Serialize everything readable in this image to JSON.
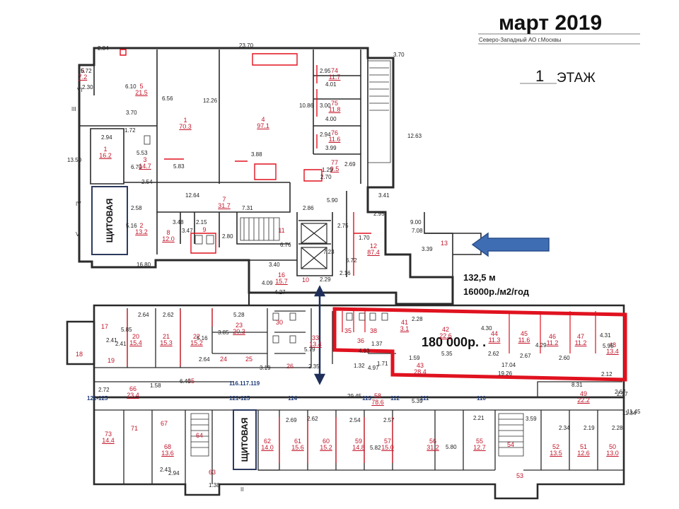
{
  "header": {
    "date": "март 2019",
    "floor_number": "1",
    "floor_word": "ЭТАЖ",
    "stamp_text": "Северо-Западный АО г.Москвы"
  },
  "offer": {
    "area": "132,5 м",
    "rate": "16000р./м2/год",
    "price": "180 000р. ."
  },
  "panels": {
    "top": "ЩИТОВАЯ",
    "bottom": "ЩИТОВАЯ"
  },
  "colors": {
    "highlight": "#e0121f",
    "arrow": "#3f6db4",
    "wall": "#2a2a2a",
    "room_text": "#c2162a"
  },
  "rooms": [
    {
      "n": "6",
      "a": "7.2"
    },
    {
      "n": "5",
      "a": "21.5"
    },
    {
      "n": "1",
      "a": "70.3"
    },
    {
      "n": "4",
      "a": "97.1"
    },
    {
      "n": "74",
      "a": "11.7"
    },
    {
      "n": "75",
      "a": "11.8"
    },
    {
      "n": "76",
      "a": "11.6"
    },
    {
      "n": "77",
      "a": "9.5"
    },
    {
      "n": "1",
      "a": "16.2"
    },
    {
      "n": "3",
      "a": "14.7"
    },
    {
      "n": "7",
      "a": "31.7"
    },
    {
      "n": "2",
      "a": "13.2"
    },
    {
      "n": "8",
      "a": "12.0"
    },
    {
      "n": "9",
      "a": ""
    },
    {
      "n": "11",
      "a": ""
    },
    {
      "n": "12",
      "a": "87.4"
    },
    {
      "n": "13",
      "a": ""
    },
    {
      "n": "16",
      "a": "15.7"
    },
    {
      "n": "10",
      "a": ""
    },
    {
      "n": "17",
      "a": ""
    },
    {
      "n": "20",
      "a": "15.4"
    },
    {
      "n": "21",
      "a": "15.3"
    },
    {
      "n": "22",
      "a": "15.2"
    },
    {
      "n": "23",
      "a": "20.3"
    },
    {
      "n": "24",
      "a": ""
    },
    {
      "n": "25",
      "a": ""
    },
    {
      "n": "30",
      "a": ""
    },
    {
      "n": "26",
      "a": ""
    },
    {
      "n": "33",
      "a": "13.4"
    },
    {
      "n": "35",
      "a": ""
    },
    {
      "n": "36",
      "a": ""
    },
    {
      "n": "38",
      "a": ""
    },
    {
      "n": "41",
      "a": "3.1"
    },
    {
      "n": "42",
      "a": "22.6"
    },
    {
      "n": "44",
      "a": "11.3"
    },
    {
      "n": "45",
      "a": "11.6"
    },
    {
      "n": "46",
      "a": "11.2"
    },
    {
      "n": "47",
      "a": "11.2"
    },
    {
      "n": "48",
      "a": "13.4"
    },
    {
      "n": "43",
      "a": "28.4"
    },
    {
      "n": "49",
      "a": "22.2"
    },
    {
      "n": "18",
      "a": ""
    },
    {
      "n": "19",
      "a": ""
    },
    {
      "n": "65",
      "a": ""
    },
    {
      "n": "66",
      "a": "23.4"
    },
    {
      "n": "58",
      "a": "78.6"
    },
    {
      "n": "73",
      "a": "14.4"
    },
    {
      "n": "71",
      "a": ""
    },
    {
      "n": "67",
      "a": ""
    },
    {
      "n": "68",
      "a": "13.6"
    },
    {
      "n": "64",
      "a": ""
    },
    {
      "n": "63",
      "a": ""
    },
    {
      "n": "62",
      "a": "14.0"
    },
    {
      "n": "61",
      "a": "15.6"
    },
    {
      "n": "60",
      "a": "15.2"
    },
    {
      "n": "59",
      "a": "14.8"
    },
    {
      "n": "57",
      "a": "15.0"
    },
    {
      "n": "56",
      "a": "31.2"
    },
    {
      "n": "55",
      "a": "12.7"
    },
    {
      "n": "54",
      "a": ""
    },
    {
      "n": "53",
      "a": ""
    },
    {
      "n": "52",
      "a": "13.5"
    },
    {
      "n": "51",
      "a": "12.6"
    },
    {
      "n": "50",
      "a": "13.0"
    }
  ],
  "dimensions": [
    "23.70",
    "2.84",
    "3.70",
    "5.72",
    "2.30",
    "6.10",
    "3.70",
    "6.56",
    "12.26",
    "10.86",
    "2.95",
    "4.01",
    "3.00",
    "4.00",
    "2.94",
    "3.99",
    "1.29",
    "2.70",
    "2.69",
    "3.88",
    "5.83",
    "13.50",
    "2.94",
    "5.53",
    "1.72",
    "6.70",
    "2.54",
    "12.64",
    "7.31",
    "5.90",
    "2.86",
    "2.58",
    "5.16",
    "3.48",
    "2.15",
    "3.47",
    "2.80",
    "6.76",
    "2.75",
    "7.23",
    "1.70",
    "6.72",
    "2.16",
    "16.80",
    "3.40",
    "4.09",
    "4.27",
    "2.29",
    "3.41",
    "9.00",
    "7.08",
    "3.39",
    "12.63",
    "2.95",
    "2.64",
    "2.62",
    "5.28",
    "3.85",
    "2.64",
    "5.16",
    "5.85",
    "2.41",
    "3.19",
    "6.40",
    "1.58",
    "2.35",
    "4.93",
    "4.97",
    "2.28",
    "5.35",
    "4.30",
    "2.62",
    "2.67",
    "2.60",
    "17.04",
    "19.26",
    "2.12",
    "8.31",
    "2.67",
    "11.45",
    "2.72",
    "4.29",
    "5.95",
    "2.41",
    "5.79",
    "1.32",
    "1.59",
    "1.71",
    "1.37",
    "29.45",
    "2.54",
    "2.57",
    "5.39",
    "2.21",
    "2.69",
    "2.62",
    "2.43",
    "2.94",
    "2.34",
    "2.19",
    "2.28",
    "3.59",
    "1.38",
    "5.82",
    "5.80",
    "11.34",
    "2.57",
    "4.31"
  ],
  "axis_marks": [
    "III",
    "IV",
    "V",
    "VI",
    "II"
  ],
  "corridor_labels": [
    "116.117.119",
    "121-125",
    "121-125",
    "114",
    "113",
    "112",
    "111",
    "110"
  ]
}
